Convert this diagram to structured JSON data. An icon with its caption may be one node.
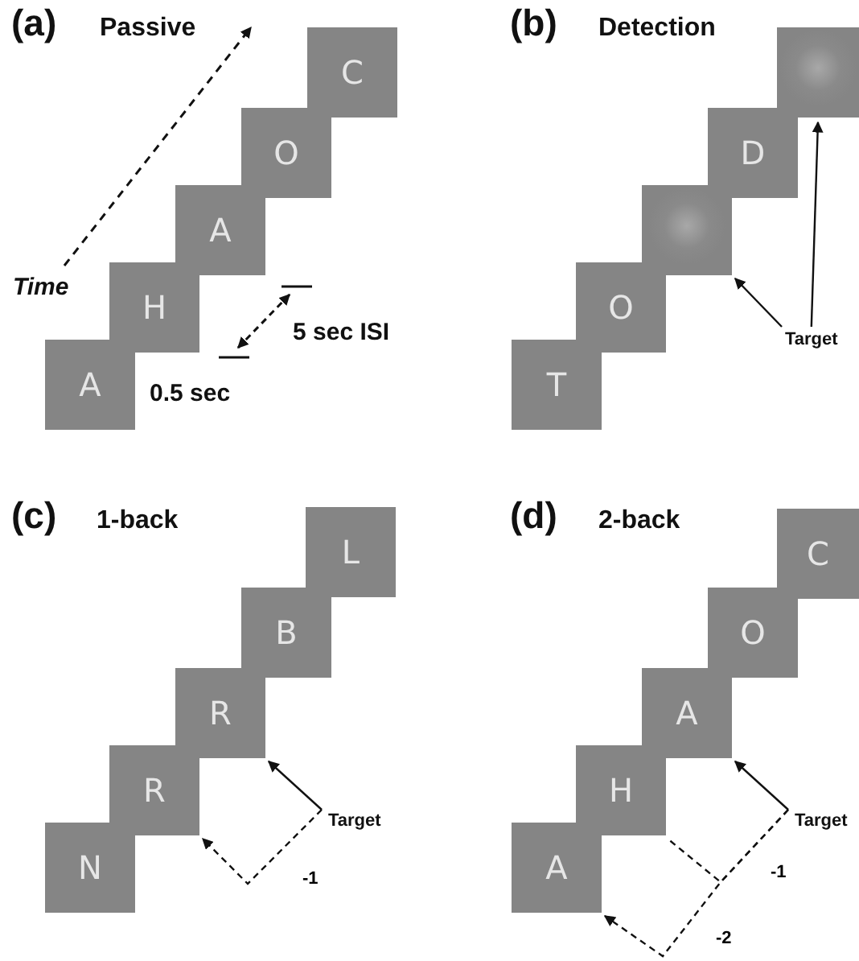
{
  "diagram": {
    "nodes": [
      {
        "text": [
          "A"
        ]
      },
      {
        "text": [
          "H"
        ]
      },
      {
        "text": [
          "A"
        ]
      },
      {
        "text": [
          "O"
        ]
      },
      {
        "text": [
          "C"
        ]
      },
      {
        "text": [
          "T"
        ]
      },
      {
        "text": [
          "O"
        ]
      },
      {
        "text": [],
        "shape": "box"
      },
      {
        "text": [
          "D"
        ]
      },
      {
        "text": [],
        "shape": "box"
      },
      {
        "text": [
          "Target"
        ]
      },
      {
        "text": [
          "N"
        ]
      },
      {
        "text": [
          "R"
        ]
      },
      {
        "text": [
          "R"
        ]
      },
      {
        "text": [
          "B"
        ]
      },
      {
        "text": [
          "L"
        ]
      },
      {
        "text": [
          "Target"
        ]
      },
      {
        "text": [
          "A"
        ]
      },
      {
        "text": [
          "H"
        ]
      },
      {
        "text": [
          "A"
        ]
      },
      {
        "text": [
          "O"
        ]
      },
      {
        "text": [
          "C"
        ]
      },
      {
        "text": [
          "Target"
        ]
      }
    ],
    "edges": [
      {
        "from": 10,
        "to": 7,
        "arrow": "to"
      },
      {
        "from": 10,
        "to": 9,
        "arrow": "to"
      },
      {
        "from": 16,
        "to": 13,
        "arrow": "to"
      },
      {
        "from": 16,
        "to": 12,
        "arrow": "to",
        "style": "dashed",
        "label": "-1"
      },
      {
        "from": 22,
        "to": 19,
        "arrow": "to"
      },
      {
        "from": 22,
        "to": 18,
        "arrow": "none",
        "style": "dashed",
        "label": "-1"
      },
      {
        "from": 22,
        "to": 17,
        "arrow": "to",
        "style": "dashed",
        "label": "-2"
      }
    ],
    "labels": [
      "(a)",
      "Passive",
      "Time",
      "5 sec ISI",
      "0.5 sec",
      "(b)",
      "Detection",
      "(c)",
      "1-back",
      "(d)",
      "2-back"
    ]
  }
}
